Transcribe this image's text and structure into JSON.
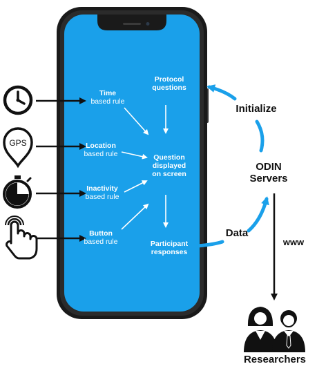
{
  "colors": {
    "screen": "#1aa0ea",
    "phone_body": "#1a1a1a",
    "accent_arrow": "#1aa0ea",
    "line": "#111111"
  },
  "icons": {
    "clock": "clock-icon",
    "gps": "gps-pin-icon",
    "timer": "stopwatch-icon",
    "button": "hand-pointer-icon",
    "researchers": "researchers-icon"
  },
  "gps_icon_text": "GPS",
  "rules": {
    "time": {
      "title": "Time",
      "subtitle": "based rule"
    },
    "location": {
      "title": "Location",
      "subtitle": "based rule"
    },
    "inactivity": {
      "title": "Inactivity",
      "subtitle": "based rule"
    },
    "button": {
      "title": "Button",
      "subtitle": "based rule"
    }
  },
  "protocol": {
    "line1": "Protocol",
    "line2": "questions"
  },
  "question": {
    "line1": "Question",
    "line2": "displayed",
    "line3": "on screen"
  },
  "participant": {
    "line1": "Participant",
    "line2": "responses"
  },
  "initialize": "Initialize",
  "data": "Data",
  "servers": {
    "line1": "ODIN",
    "line2": "Servers"
  },
  "www": "www",
  "researchers": "Researchers"
}
